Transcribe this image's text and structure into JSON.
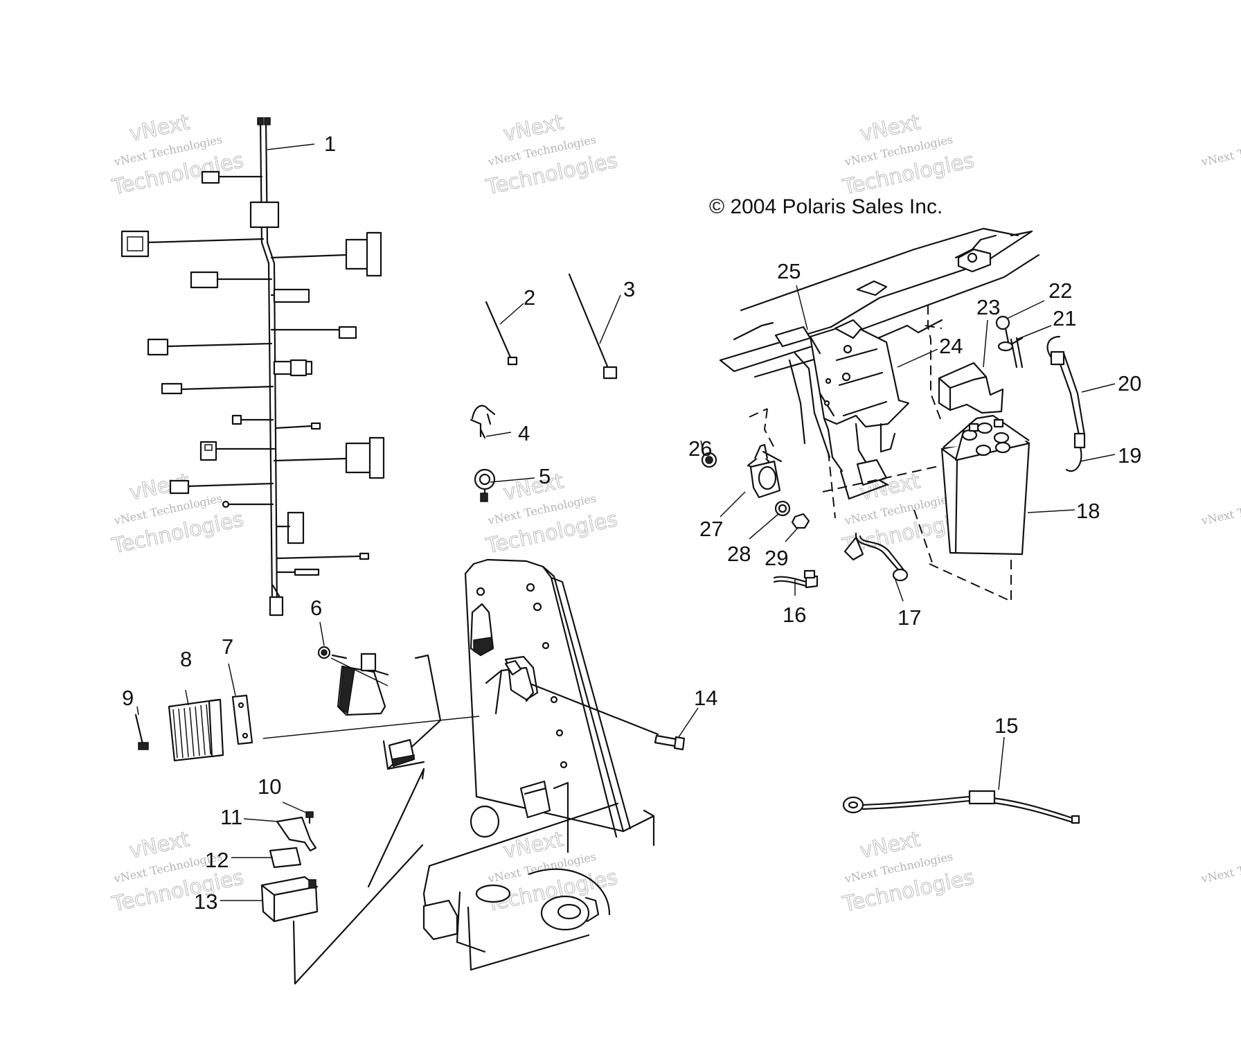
{
  "copyright": "© 2004 Polaris Sales Inc.",
  "watermark": {
    "line1": "vNext Technologies",
    "line2": "Technologies",
    "line3": "vNext"
  },
  "callouts": [
    "1",
    "2",
    "3",
    "4",
    "5",
    "6",
    "7",
    "8",
    "9",
    "10",
    "11",
    "12",
    "13",
    "14",
    "15",
    "16",
    "17",
    "18",
    "19",
    "20",
    "21",
    "22",
    "23",
    "24",
    "25",
    "26",
    "27",
    "28",
    "29"
  ]
}
